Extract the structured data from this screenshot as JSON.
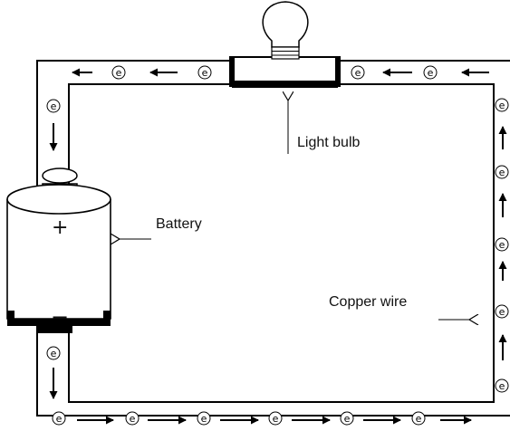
{
  "labels": {
    "light_bulb": "Light bulb",
    "battery": "Battery",
    "copper_wire": "Copper wire",
    "plus": "+",
    "minus": "−"
  },
  "electron_symbol": "e",
  "colors": {
    "wire_fill": "#ffffff",
    "wire_outline": "#000000",
    "ink": "#111111",
    "background": "#ffffff"
  },
  "icons": {
    "electron": "circled-e",
    "flow_arrow": "arrow",
    "bulb": "light-bulb-icon",
    "battery": "battery-cell-icon"
  }
}
